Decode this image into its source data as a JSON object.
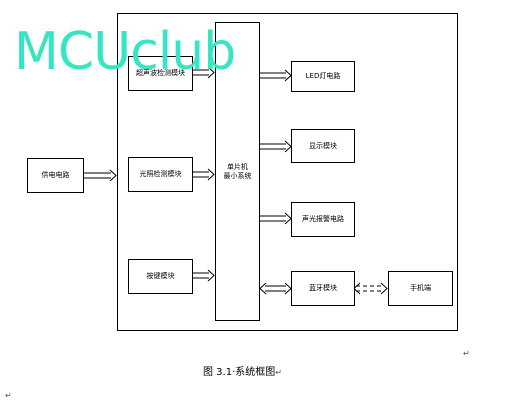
{
  "diagram": {
    "blocks": {
      "power_supply": "供电电路",
      "ultrasonic": "超声波检测模块",
      "light_detect": "光照检测模块",
      "keys": "按键模块",
      "mcu_line1": "单片机",
      "mcu_line2": "最小系统",
      "led": "LED灯电路",
      "display": "显示模块",
      "alarm": "声光报警电路",
      "bluetooth": "蓝牙模块",
      "phone": "手机端"
    }
  },
  "watermark": {
    "text": "MCUclub",
    "color": "#36e6c3"
  },
  "caption": "图 3.1·系统框图",
  "paragraph_mark": "↵"
}
